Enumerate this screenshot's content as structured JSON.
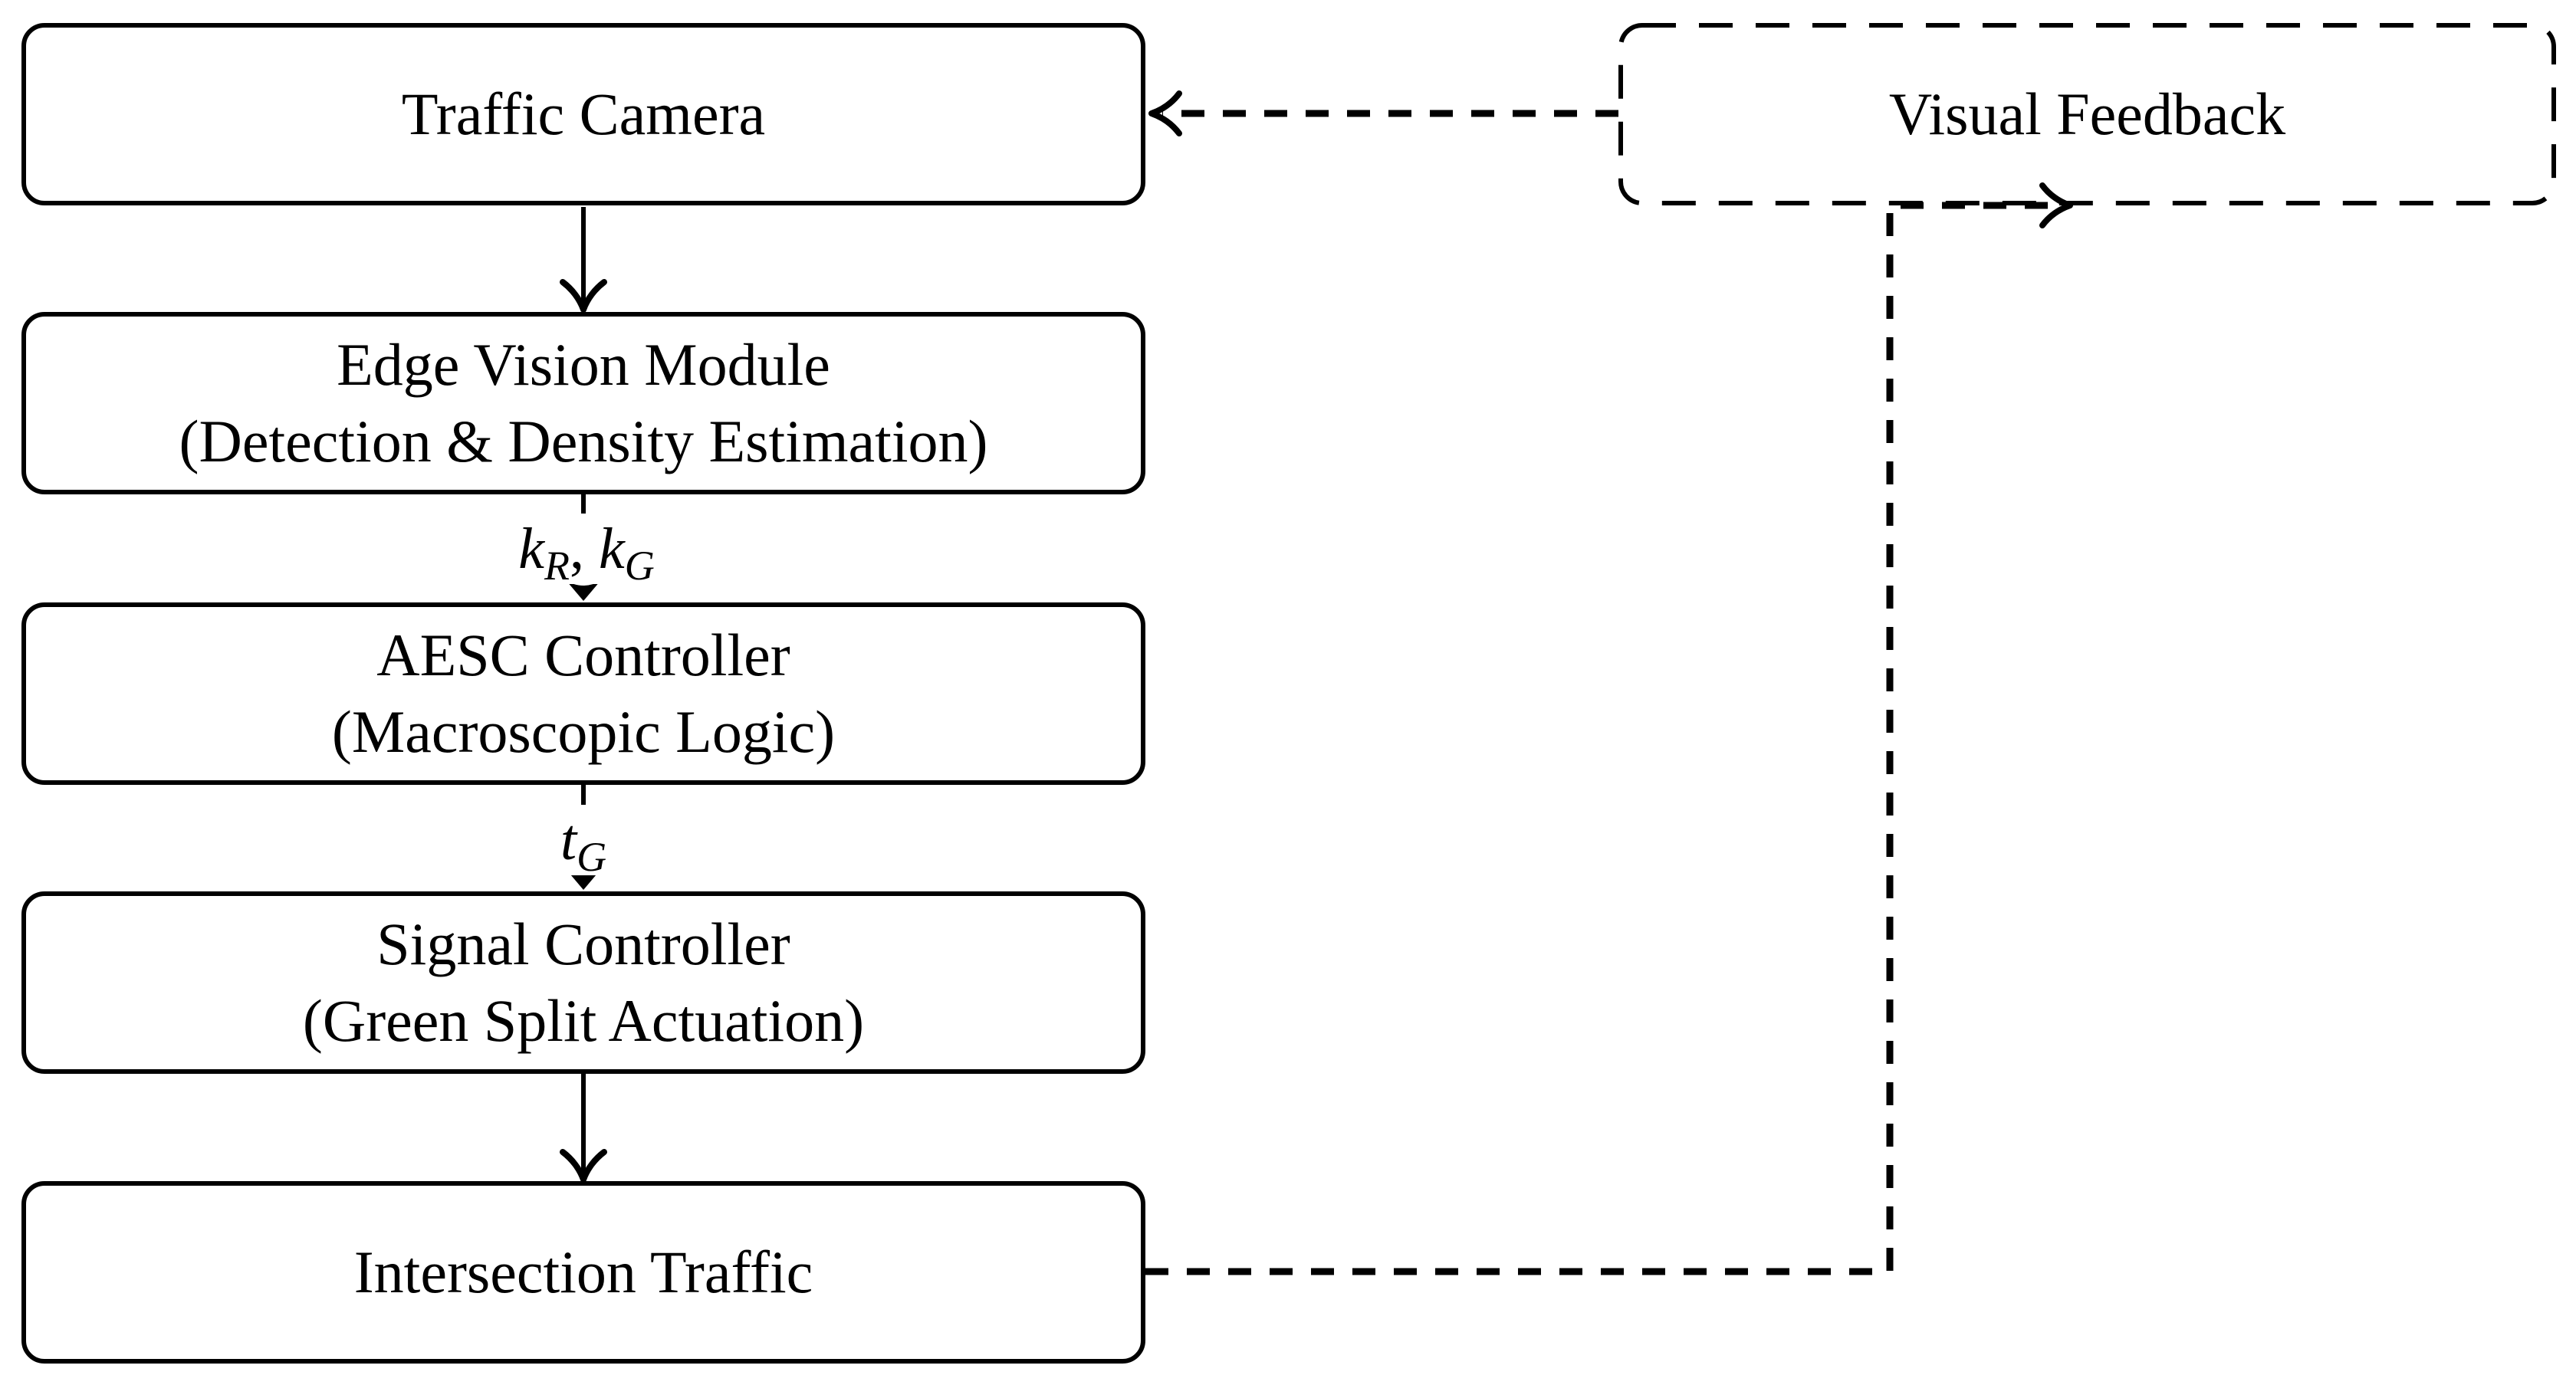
{
  "diagram": {
    "background": "#ffffff",
    "line_color": "#000000",
    "nodes": {
      "traffic_camera": {
        "label": "Traffic Camera"
      },
      "edge_vision_module": {
        "line1": "Edge Vision Module",
        "line2": "(Detection & Density Estimation)"
      },
      "aesc_controller": {
        "line1": "AESC Controller",
        "line2": "(Macroscopic Logic)"
      },
      "signal_controller": {
        "line1": "Signal Controller",
        "line2": "(Green Split Actuation)"
      },
      "intersection_traffic": {
        "label": "Intersection Traffic"
      },
      "visual_feedback": {
        "label": "Visual Feedback"
      }
    },
    "edge_labels": {
      "densities": {
        "var1": "k",
        "sub1": "R",
        "separator": ", ",
        "var2": "k",
        "sub2": "G"
      },
      "green_time": {
        "var": "t",
        "sub": "G"
      }
    }
  }
}
